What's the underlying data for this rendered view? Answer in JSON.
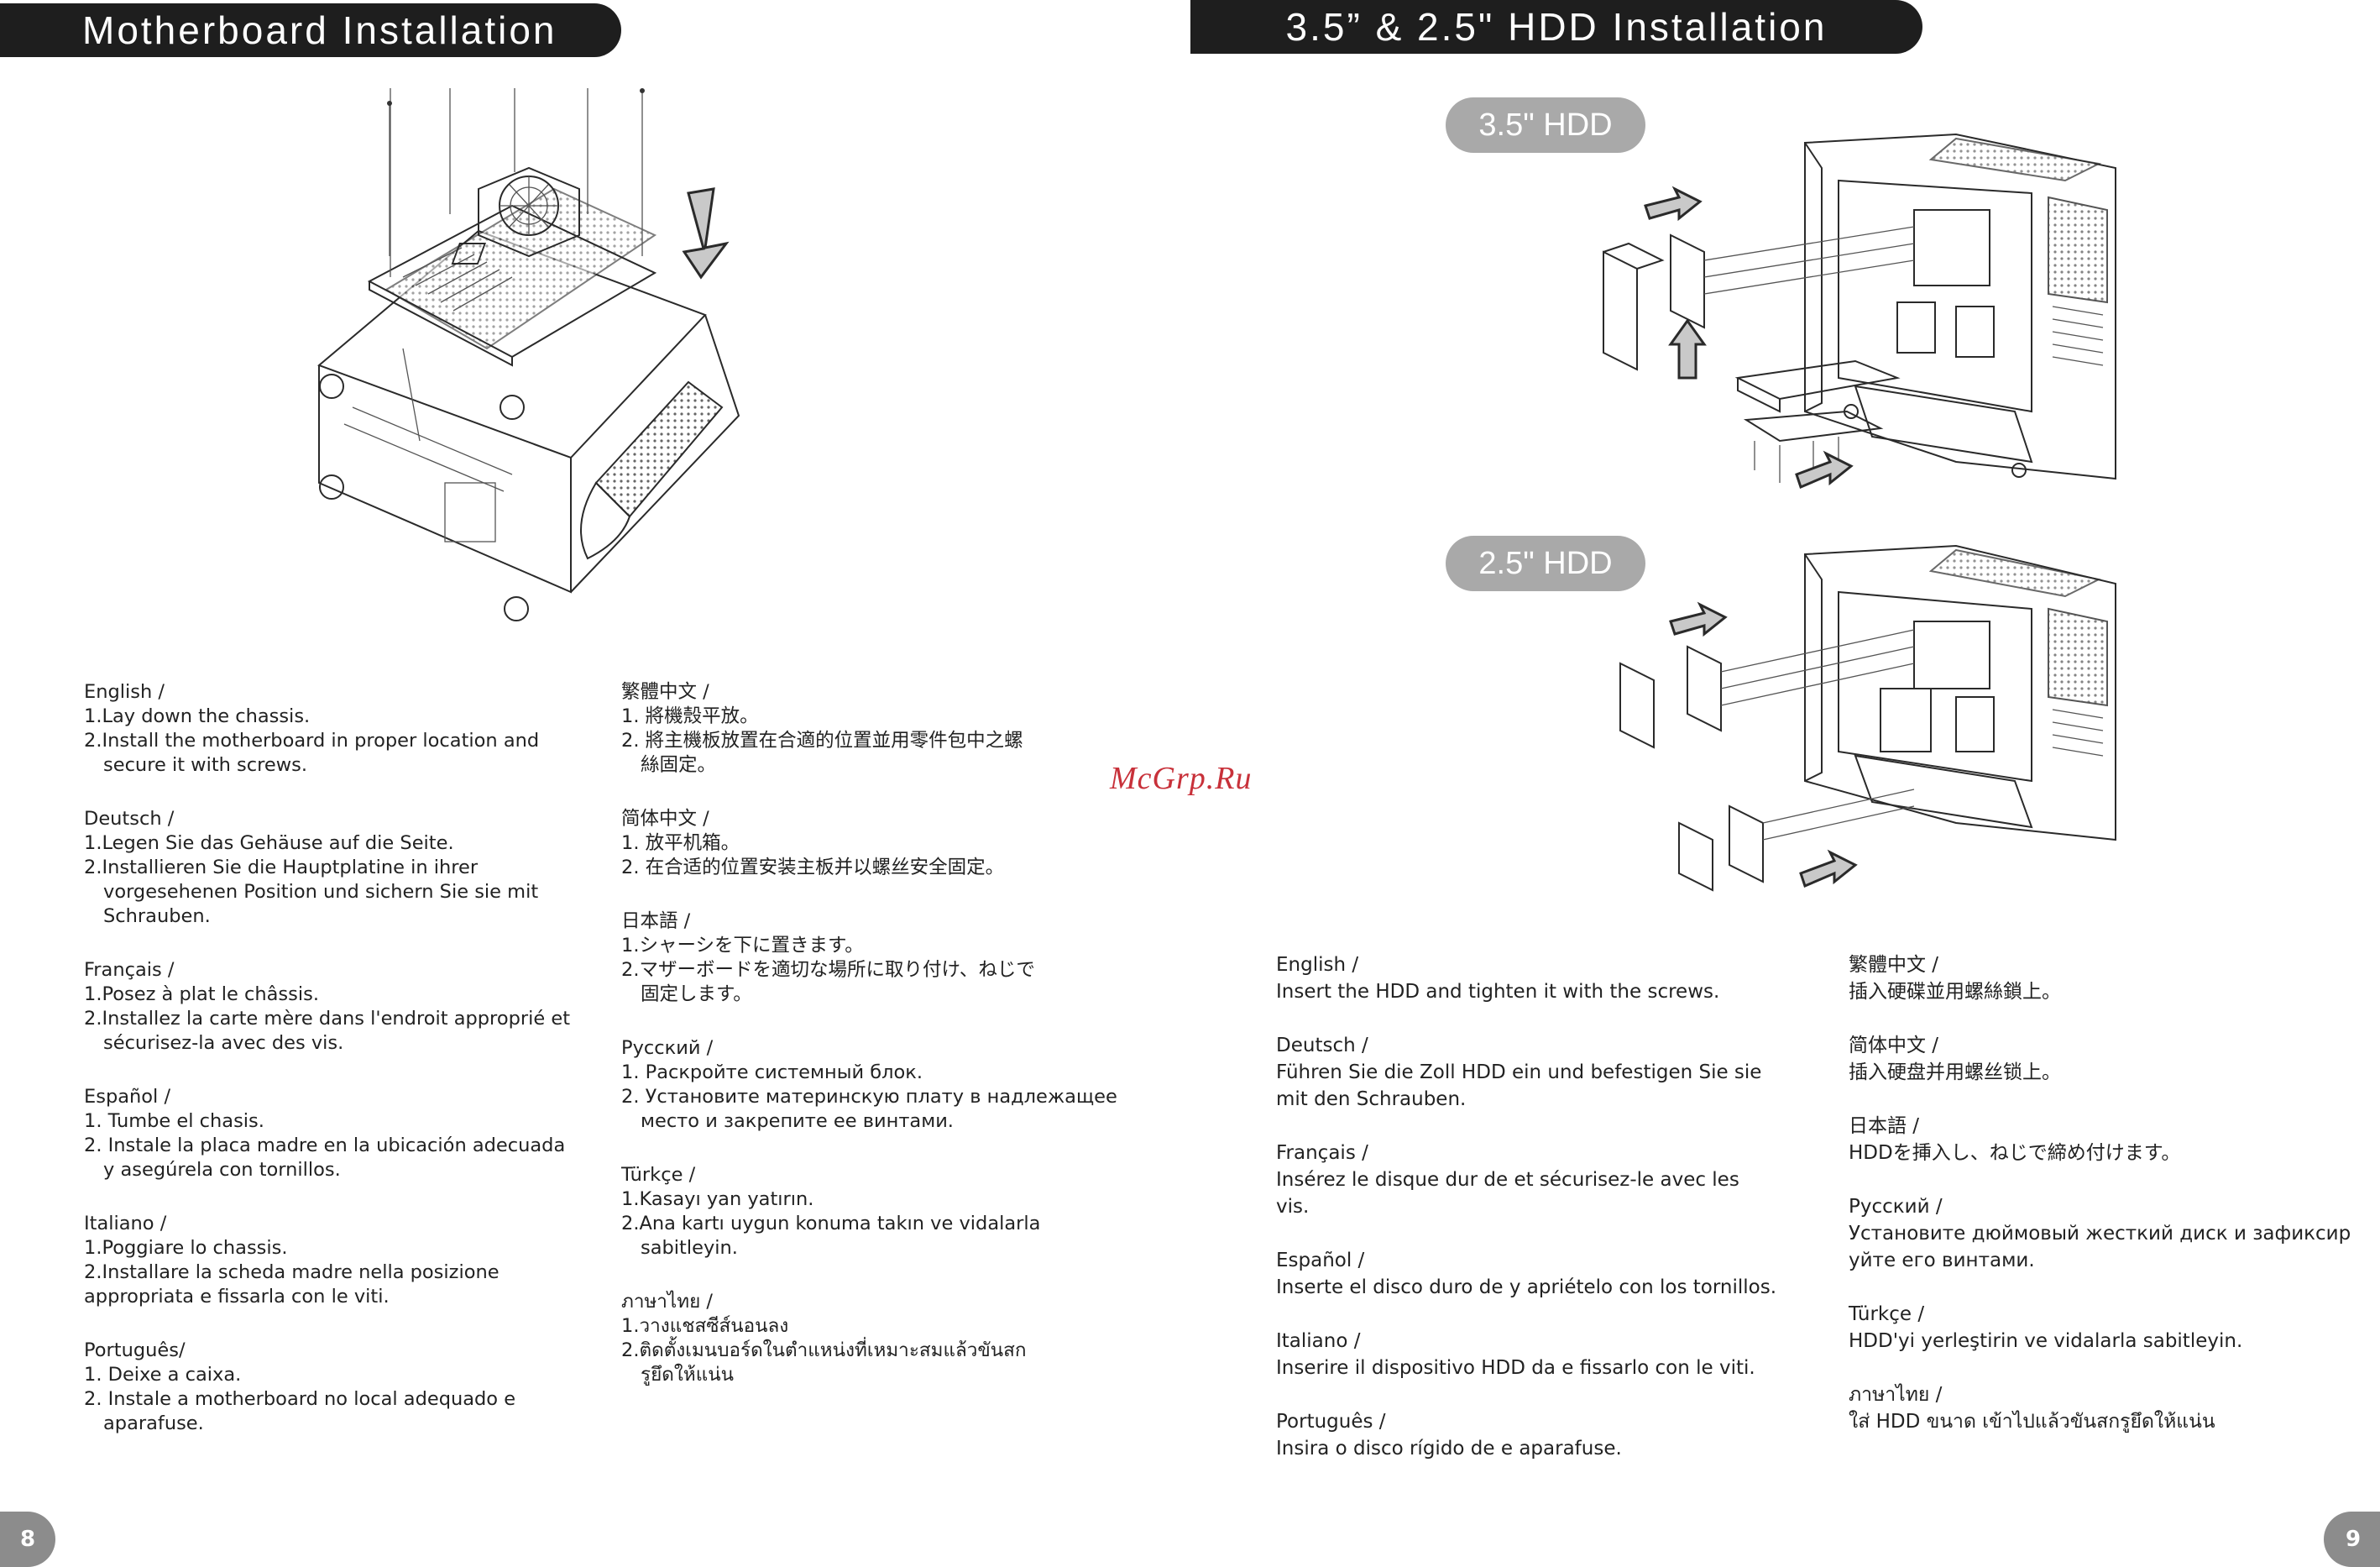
{
  "header_left": "Motherboard Installation",
  "header_right": "3.5” & 2.5\" HDD Installation",
  "labels": {
    "hdd35": "3.5\" HDD",
    "hdd25": "2.5\" HDD"
  },
  "watermark": "McGrp.Ru",
  "page_numbers": {
    "left": "8",
    "right": "9"
  },
  "mb_col1": [
    {
      "lang": "English /",
      "lines": [
        "1.Lay down the chassis.",
        "2.Install the motherboard in proper location and",
        "secure it with screws."
      ]
    },
    {
      "lang": "Deutsch /",
      "lines": [
        "1.Legen Sie das Gehäuse auf die Seite.",
        "2.Installieren Sie die Hauptplatine in ihrer",
        "vorgesehenen Position und sichern Sie sie mit",
        "Schrauben."
      ]
    },
    {
      "lang": "Français /",
      "lines": [
        "1.Posez à plat le châssis.",
        "2.Installez la carte mère dans l'endroit approprié et",
        "sécurisez-la avec des vis."
      ]
    },
    {
      "lang": "Español /",
      "lines": [
        "1. Tumbe el chasis.",
        "2. Instale la placa madre en la ubicación adecuada",
        "y asegúrela con tornillos."
      ]
    },
    {
      "lang": "Italiano /",
      "lines": [
        "1.Poggiare lo chassis.",
        "2.Installare la scheda madre nella posizione",
        "appropriata e fissarla con le viti."
      ]
    },
    {
      "lang": "Português/",
      "lines": [
        "1. Deixe a caixa.",
        "2. Instale a motherboard no local adequado e",
        "aparafuse."
      ]
    }
  ],
  "mb_col2": [
    {
      "lang": "繁體中文 /",
      "lines": [
        "1. 將機殼平放。",
        "2. 將主機板放置在合適的位置並用零件包中之螺",
        "絲固定。"
      ]
    },
    {
      "lang": "简体中文 /",
      "lines": [
        "1. 放平机箱。",
        "2. 在合适的位置安装主板并以螺丝安全固定。"
      ]
    },
    {
      "lang": "日本語 /",
      "lines": [
        "1.シャーシを下に置きます。",
        "2.マザーボードを適切な場所に取り付け、ねじで",
        "固定します。"
      ]
    },
    {
      "lang": "Русский /",
      "lines": [
        "1. Раскройте системный блок.",
        "2. Установите материнскую плату в надлежащее",
        "место и закрепите ее винтами."
      ]
    },
    {
      "lang": "Türkçe /",
      "lines": [
        "1.Kasayı yan yatırın.",
        "2.Ana kartı uygun konuma takın ve vidalarla",
        "sabitleyin."
      ]
    },
    {
      "lang": "ภาษาไทย /",
      "lines": [
        "1.วางแชสซีส์นอนลง",
        "2.ติดตั้งเมนบอร์ดในตำแหน่งที่เหมาะสมแล้วขันสก",
        "รูยึดให้แน่น"
      ]
    }
  ],
  "hdd_col1": [
    {
      "lang": "English /",
      "lines": [
        "Insert the HDD and tighten it with the screws."
      ]
    },
    {
      "lang": "Deutsch /",
      "lines": [
        "Führen Sie die Zoll HDD ein und befestigen Sie sie",
        "mit den Schrauben."
      ]
    },
    {
      "lang": "Français /",
      "lines": [
        "Insérez le disque dur de et sécurisez-le avec les",
        "vis."
      ]
    },
    {
      "lang": "Español /",
      "lines": [
        "Inserte el disco duro de y apriételo con los tornillos."
      ]
    },
    {
      "lang": "Italiano /",
      "lines": [
        "Inserire il dispositivo HDD da e fissarlo con le viti."
      ]
    },
    {
      "lang": "Português /",
      "lines": [
        " Insira o disco rígido de e aparafuse."
      ]
    }
  ],
  "hdd_col2": [
    {
      "lang": "繁體中文 /",
      "lines": [
        "插入硬碟並用螺絲鎖上。"
      ]
    },
    {
      "lang": "简体中文 /",
      "lines": [
        "插入硬盘并用螺丝锁上。"
      ]
    },
    {
      "lang": "日本語 /",
      "lines": [
        "HDDを挿入し、ねじで締め付けます。"
      ]
    },
    {
      "lang": "Русский /",
      "lines": [
        "Установите дюймовый жесткий диск и зафиксир",
        "уйте его винтами."
      ]
    },
    {
      "lang": "Türkçe /",
      "lines": [
        "HDD'yi yerleştirin ve vidalarla sabitleyin."
      ]
    },
    {
      "lang": "ภาษาไทย /",
      "lines": [
        "ใส่ HDD ขนาด เข้าไปแล้วขันสกรูยึดให้แน่น"
      ]
    }
  ]
}
